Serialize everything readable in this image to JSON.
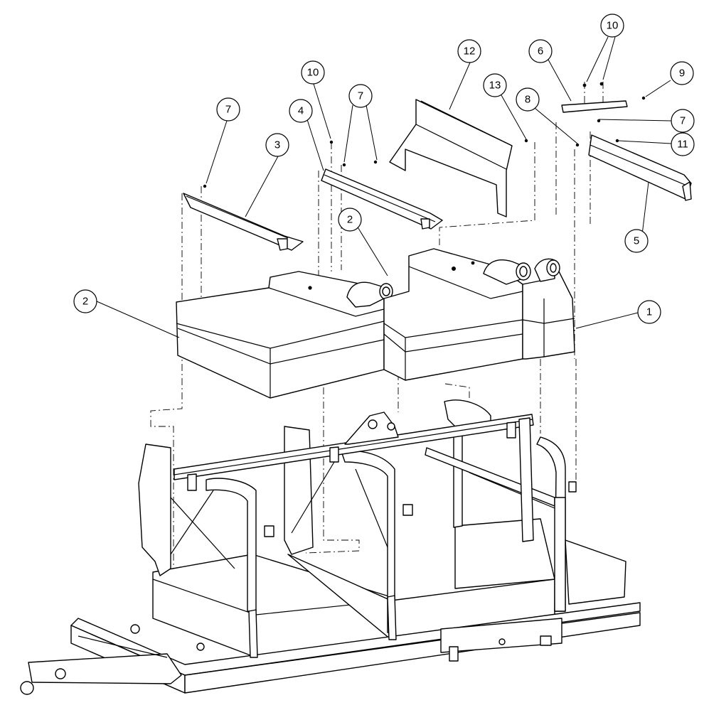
{
  "callouts": [
    {
      "label": "1"
    },
    {
      "label": "2"
    },
    {
      "label": "2"
    },
    {
      "label": "3"
    },
    {
      "label": "4"
    },
    {
      "label": "5"
    },
    {
      "label": "6"
    },
    {
      "label": "7"
    },
    {
      "label": "7"
    },
    {
      "label": "7"
    },
    {
      "label": "8"
    },
    {
      "label": "9"
    },
    {
      "label": "10"
    },
    {
      "label": "10"
    },
    {
      "label": "11"
    },
    {
      "label": "12"
    },
    {
      "label": "13"
    }
  ]
}
